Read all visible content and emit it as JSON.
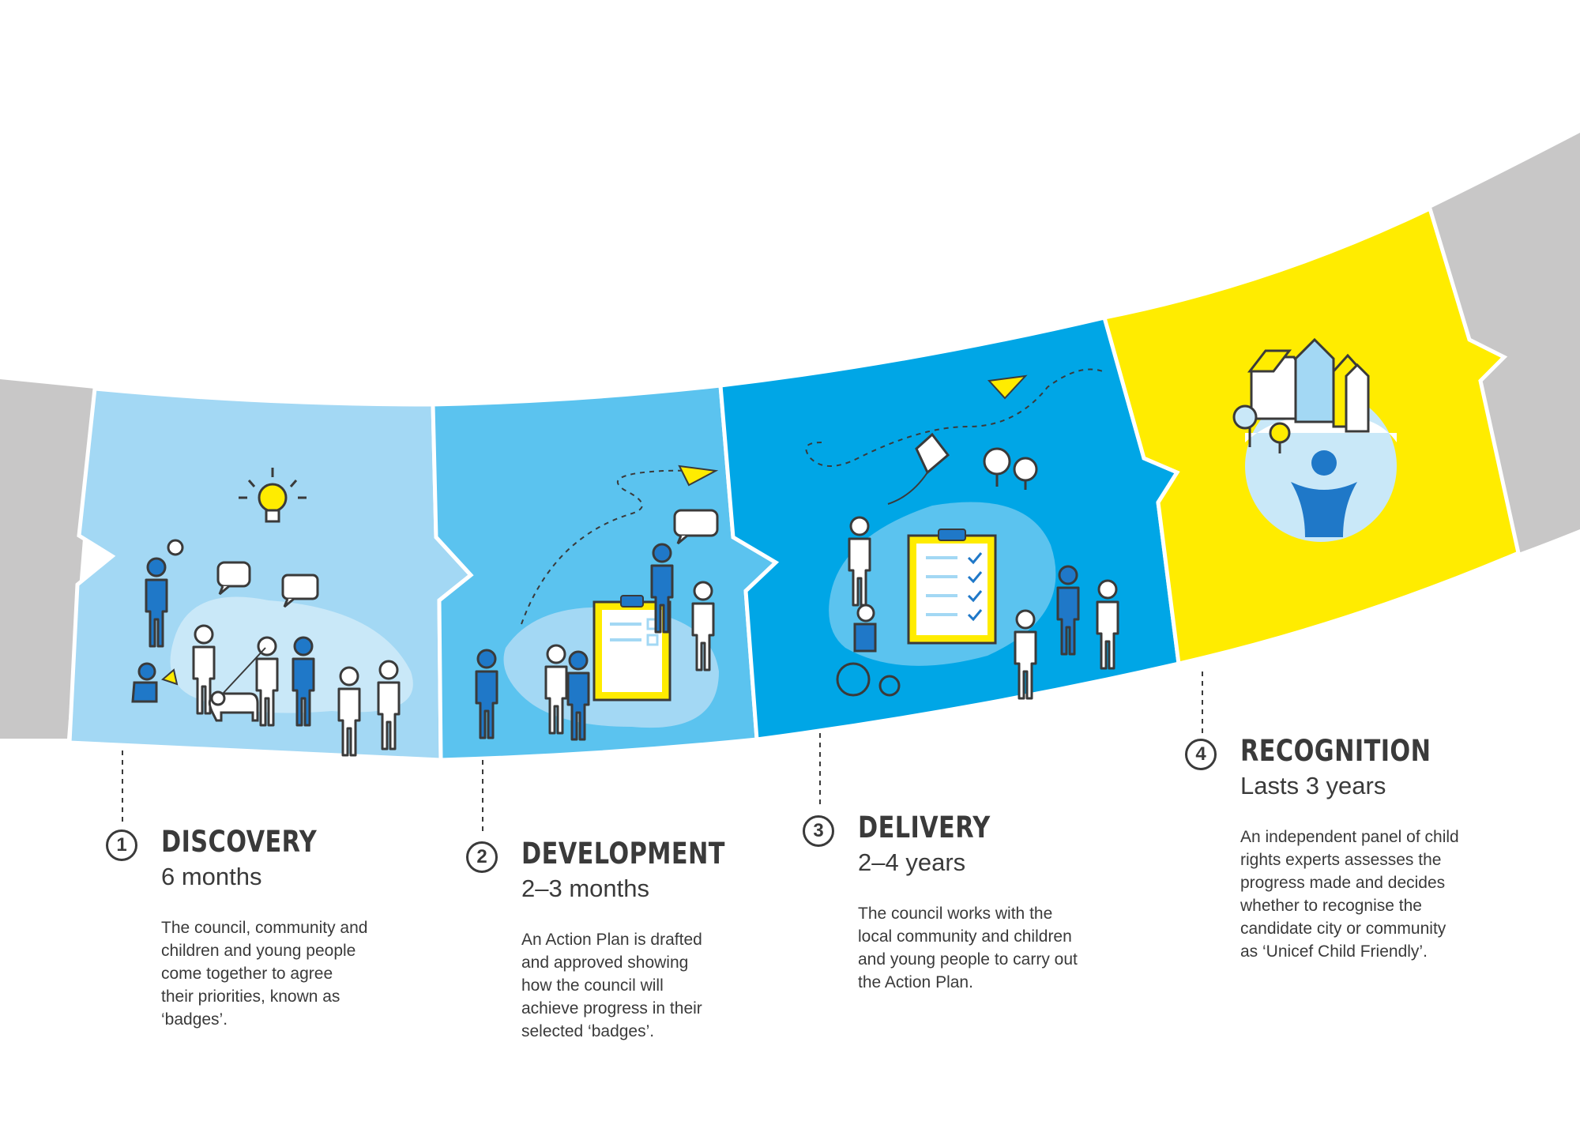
{
  "stages": [
    {
      "number": "1",
      "title": "DISCOVERY",
      "duration": "6 months",
      "description": "The council, community and\nchildren and young people\ncome together to agree\ntheir priorities, known as\n‘badges’."
    },
    {
      "number": "2",
      "title": "DEVELOPMENT",
      "duration": "2–3 months",
      "description": "An Action Plan is drafted\nand approved showing\nhow the council will\nachieve progress in their\nselected ‘badges’."
    },
    {
      "number": "3",
      "title": "DELIVERY",
      "duration": "2–4 years",
      "description": "The council works with the\nlocal community and children\nand young people to carry out\nthe Action Plan."
    },
    {
      "number": "4",
      "title": "RECOGNITION",
      "duration": "Lasts 3 years",
      "description": "An independent panel of child\nrights experts assesses the\nprogress made and decides\nwhether to recognise the\ncandidate city or community\nas ‘Unicef Child Friendly’."
    }
  ],
  "colors": {
    "band_grey": "#c8c7c7",
    "discovery": "#a3d8f4",
    "development": "#5bc3ef",
    "delivery": "#00a6e6",
    "recognition": "#ffec00",
    "figure_blue": "#1f78c8",
    "figure_outline": "#3a3a3a",
    "text": "#3a3a3a"
  },
  "icons": [
    "lightbulb-icon",
    "speech-bubble-icon",
    "paper-plane-icon",
    "clipboard-icon",
    "kite-icon",
    "wheelchair-icon",
    "houses-icon",
    "child-figure-icon",
    "dog-icon",
    "tree-icon"
  ]
}
